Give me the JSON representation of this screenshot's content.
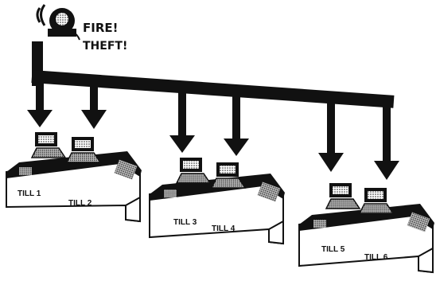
{
  "alarm": {
    "icon": "alarm-bell-icon",
    "line1": "FIRE!",
    "line2": "THEFT!"
  },
  "counters": [
    {
      "tills": [
        "TILL 1",
        "TILL 2"
      ]
    },
    {
      "tills": [
        "TILL 3",
        "TILL 4"
      ]
    },
    {
      "tills": [
        "TILL 5",
        "TILL 6"
      ]
    }
  ],
  "colors": {
    "ink": "#111111",
    "paper": "#ffffff",
    "shade": "#777777"
  }
}
